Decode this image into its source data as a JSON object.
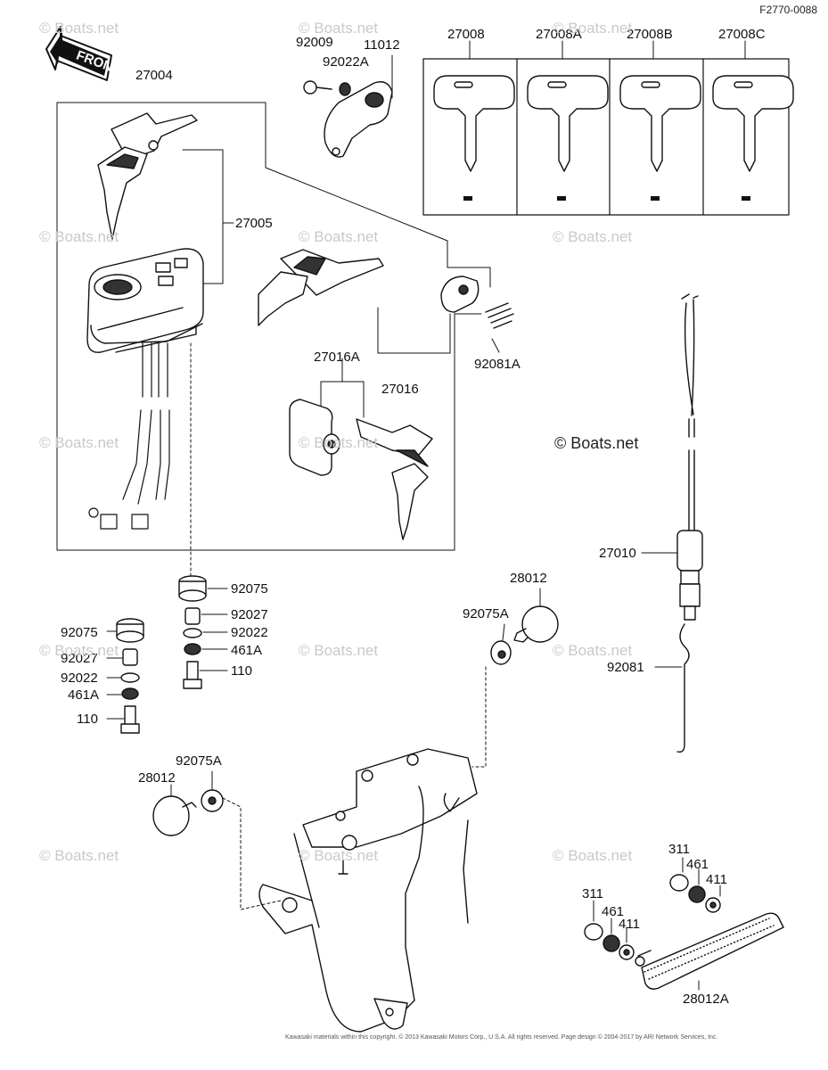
{
  "figure_code": "F2770-0088",
  "front_label": "FRONT",
  "parts": {
    "p27004": "27004",
    "p27005": "27005",
    "p92009": "92009",
    "p92022A": "92022A",
    "p11012": "11012",
    "p27008": "27008",
    "p27008A": "27008A",
    "p27008B": "27008B",
    "p27008C": "27008C",
    "p92081A": "92081A",
    "p27016A": "27016A",
    "p27016": "27016",
    "p27010": "27010",
    "p92081": "92081",
    "p28012_top": "28012",
    "p92075A_top": "92075A",
    "p92075_right": "92075",
    "p92027_right": "92027",
    "p92022_right": "92022",
    "p461A_right": "461A",
    "p110_right": "110",
    "p92075_left": "92075",
    "p92027_left": "92027",
    "p92022_left": "92022",
    "p461A_left": "461A",
    "p110_left": "110",
    "p92075A_bottom": "92075A",
    "p28012_bottom": "28012",
    "p311_a": "311",
    "p461_a": "461",
    "p411_a": "411",
    "p311_b": "311",
    "p461_b": "461",
    "p411_b": "411",
    "p28012A": "28012A"
  },
  "watermarks": {
    "tl": "© Boats.net",
    "tm": "© Boats.net",
    "tr": "© Boats.net",
    "ml": "© Boats.net",
    "mm": "© Boats.net",
    "mr": "© Boats.net",
    "center_dark": "© Boats.net",
    "bl1": "© Boats.net",
    "bm1": "© Boats.net",
    "br1": "© Boats.net",
    "bl2": "© Boats.net",
    "bm2": "© Boats.net",
    "br2": "© Boats.net",
    "l1": "© Boats.net",
    "l2": "© Boats.net"
  },
  "copyright": "Kawasaki materials within this copyright. © 2013 Kawasaki Motors Corp., U.S.A. All rights reserved. Page design © 2004-2017 by ARI Network Services, Inc."
}
